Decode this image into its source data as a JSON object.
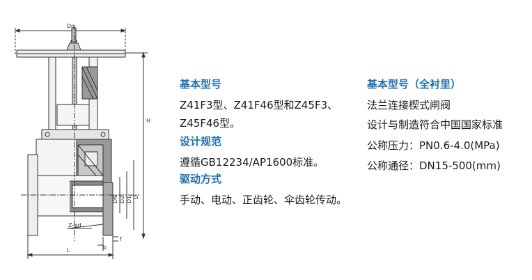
{
  "drawing": {
    "dimension_labels": {
      "do": "Do",
      "h": "H",
      "dn": "DN",
      "d2": "D2",
      "d1": "D1",
      "d": "D",
      "z_phi_d": "Z-φd",
      "b": "b",
      "f": "f",
      "l": "L"
    }
  },
  "left_column": {
    "basic_model_heading": "基本型号",
    "basic_model_line1": "Z41F3型、Z41F46型和Z45F3、",
    "basic_model_line2": "Z45F46型。",
    "design_spec_heading": "设计规范",
    "design_spec_text": "遵循GB12234/AP1600标准。",
    "drive_heading": "驱动方式",
    "drive_text": "手动、电动、正齿轮、伞齿轮传动。"
  },
  "right_column": {
    "heading": "基本型号（全衬里）",
    "line1": "法兰连接楔式闸阀",
    "line2": "设计与制造符合中国国家标准",
    "line3": "公称压力：PN0.6-4.0(MPa)",
    "line4": "公称通径：DN15-500(mm)"
  }
}
